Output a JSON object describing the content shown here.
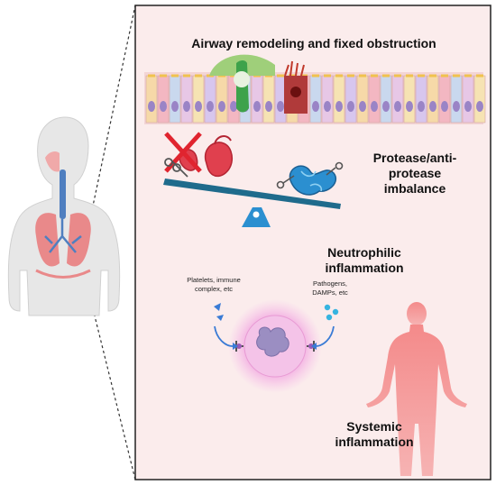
{
  "labels": {
    "airway": "Airway remodeling and fixed obstruction",
    "protease_1": "Protease/anti-",
    "protease_2": "protease",
    "protease_3": "imbalance",
    "neutrophilic_1": "Neutrophilic",
    "neutrophilic_2": "inflammation",
    "platelets_1": "Platelets, immune",
    "platelets_2": "complex, etc",
    "pathogens_1": "Pathogens,",
    "pathogens_2": "DAMPs, etc",
    "systemic_1": "Systemic",
    "systemic_2": "inflammation"
  },
  "colors": {
    "panel_bg": "#fbecec",
    "panel_border": "#222222",
    "seesaw": "#1f6b8c",
    "red_protein": "#e0404e",
    "blue_protein": "#2b8fd0",
    "neutrophil": "#f2b3e0",
    "body_red": "#ef8f8f",
    "lung": "#e9898a"
  },
  "icons": [
    "scissors-icon",
    "cross-mark-icon",
    "human-torso-icon",
    "human-body-icon",
    "neutrophil-icon",
    "epithelium-icon"
  ]
}
